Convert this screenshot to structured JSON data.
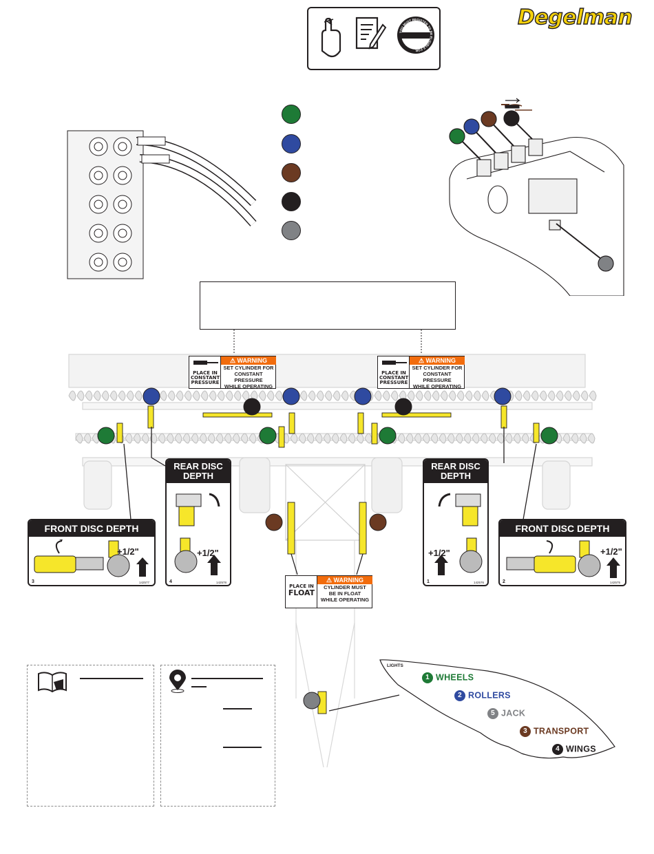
{
  "brand": {
    "logo_text": "Degelman"
  },
  "notice_icons": [
    "finger-string-reminder-icon",
    "registration-form-icon",
    "registration-seal-icon"
  ],
  "seal_text": "YOU MUST REGISTER TO BE ELIGIBLE FOR",
  "color_key": [
    {
      "color": "#1e7a36"
    },
    {
      "color": "#2f4aa0"
    },
    {
      "color": "#6b3a22"
    },
    {
      "color": "#231f20"
    },
    {
      "color": "#808285"
    }
  ],
  "colors": {
    "green": "#1e7a36",
    "blue": "#2f4aa0",
    "brown": "#6b3a22",
    "black": "#231f20",
    "gray": "#808285",
    "yellow": "#f6e62a",
    "warning_orange": "#f26c0d"
  },
  "decals": {
    "constant_pressure": {
      "place_in": "PLACE IN",
      "constant": "CONSTANT",
      "pressure": "PRESSURE",
      "warning": "WARNING",
      "line1": "SET CYLINDER FOR",
      "line2": "CONSTANT PRESSURE",
      "line3": "WHILE OPERATING"
    },
    "float": {
      "place_in": "PLACE IN",
      "float": "FLOAT",
      "warning": "WARNING",
      "line1": "CYLINDER MUST",
      "line2": "BE IN FLOAT",
      "line3": "WHILE OPERATING"
    },
    "front_disc_depth": {
      "title": "FRONT DISC DEPTH",
      "increment": "+1/2\""
    },
    "rear_disc_depth": {
      "title_line1": "REAR DISC",
      "title_line2": "DEPTH",
      "increment": "+1/2\""
    },
    "numbers": {
      "left_front": "3",
      "left_rear": "4",
      "right_rear": "1",
      "right_front": "2"
    },
    "codes": {
      "left_front": "142577",
      "left_rear": "142578",
      "right_rear": "142576",
      "right_front": "142575"
    }
  },
  "lamp_panel": {
    "header": "LIGHTS",
    "rows": [
      {
        "num": "1",
        "label": "WHEELS",
        "color": "#1e7a36"
      },
      {
        "num": "2",
        "label": "ROLLERS",
        "color": "#2f4aa0"
      },
      {
        "num": "5",
        "label": "JACK",
        "color": "#808285"
      },
      {
        "num": "3",
        "label": "TRANSPORT",
        "color": "#6b3a22"
      },
      {
        "num": "4",
        "label": "WINGS",
        "color": "#231f20"
      }
    ]
  }
}
